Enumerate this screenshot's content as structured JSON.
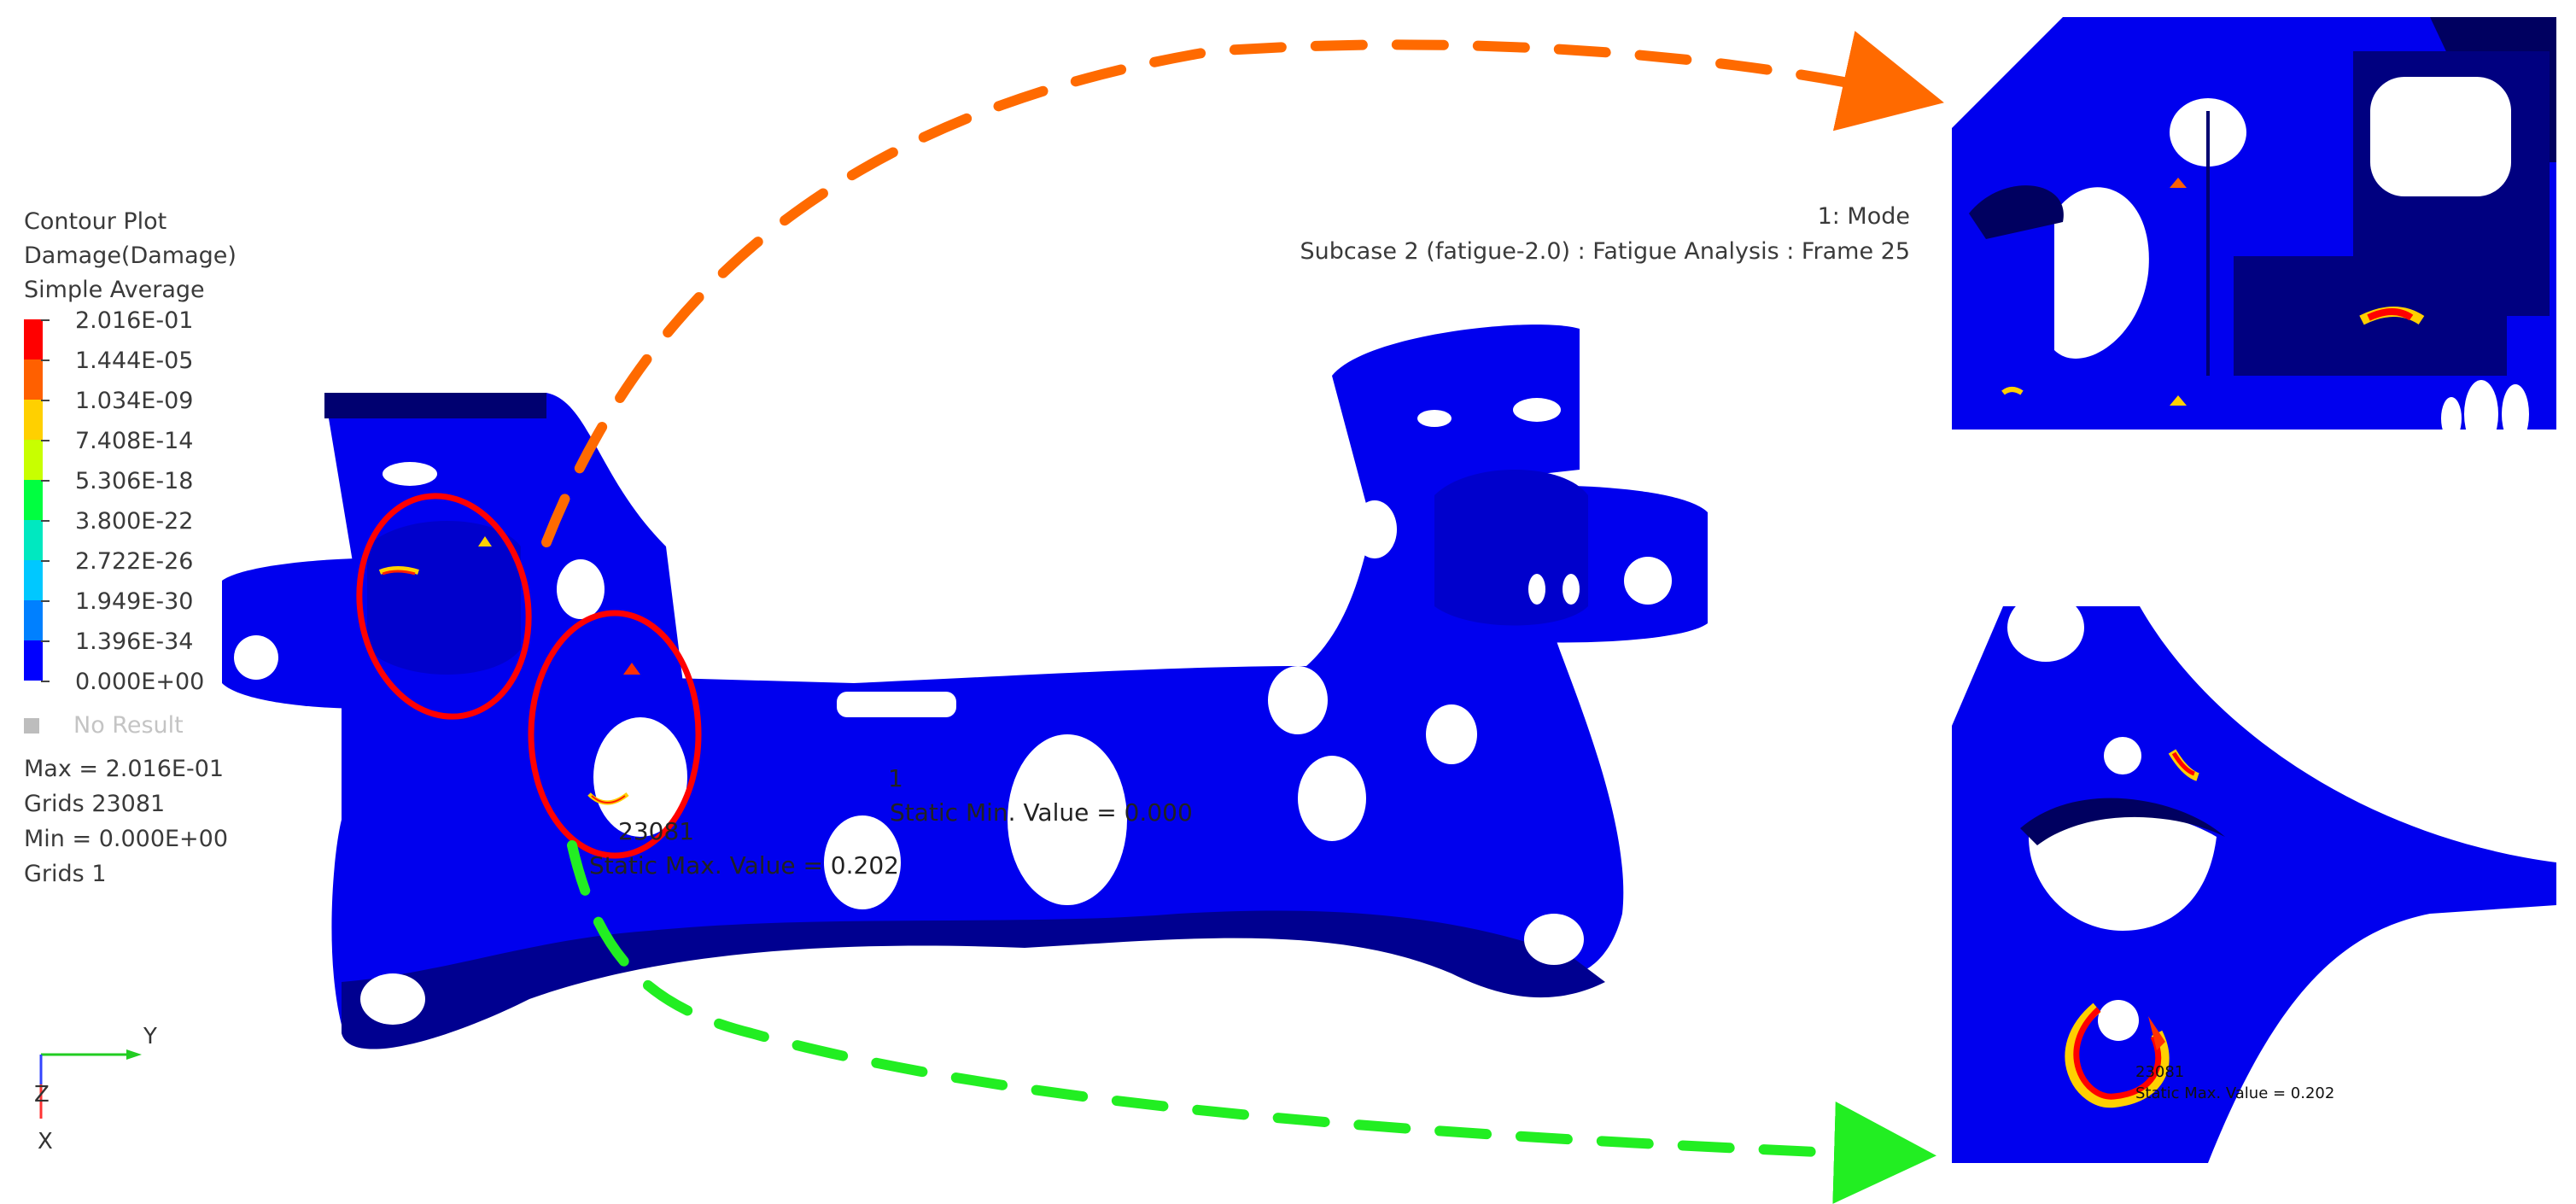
{
  "legend": {
    "title": "Contour Plot",
    "result": "Damage(Damage)",
    "averaging": "Simple Average",
    "levels": [
      {
        "label": "2.016E-01",
        "color": "#ff0000"
      },
      {
        "label": "1.444E-05",
        "color": "#ff6000"
      },
      {
        "label": "1.034E-09",
        "color": "#ffd000"
      },
      {
        "label": "7.408E-14",
        "color": "#c8ff00"
      },
      {
        "label": "5.306E-18",
        "color": "#00ff40"
      },
      {
        "label": "3.800E-22",
        "color": "#00e8c0"
      },
      {
        "label": "2.722E-26",
        "color": "#00c8ff"
      },
      {
        "label": "1.949E-30",
        "color": "#0080ff"
      },
      {
        "label": "1.396E-34",
        "color": "#0000ff"
      },
      {
        "label": "0.000E+00",
        "color": ""
      }
    ],
    "no_result": "No Result",
    "stats": {
      "max": "Max =  2.016E-01",
      "max_grid": "Grids 23081",
      "min": "Min =  0.000E+00",
      "min_grid": "Grids 1"
    }
  },
  "header": {
    "model": "1: Mode",
    "subcase": "Subcase 2 (fatigue-2.0) : Fatigue Analysis : Frame 25"
  },
  "annotations": {
    "min_node": "1",
    "min_value": "Static Min. Value =  0.000",
    "max_node": "23081",
    "max_value": "Static Max. Value =  0.202"
  },
  "inset_bottom": {
    "node": "23081",
    "max_value": "Static Max. Value =  0.202"
  },
  "axis": {
    "y": "Y",
    "z": "Z",
    "x": "X"
  },
  "colors": {
    "mesh": "#0000ee",
    "mesh_dark": "#000070",
    "highlight": "#ff0000",
    "arrow_top": "#ff6a00",
    "arrow_bottom": "#22ee22"
  }
}
